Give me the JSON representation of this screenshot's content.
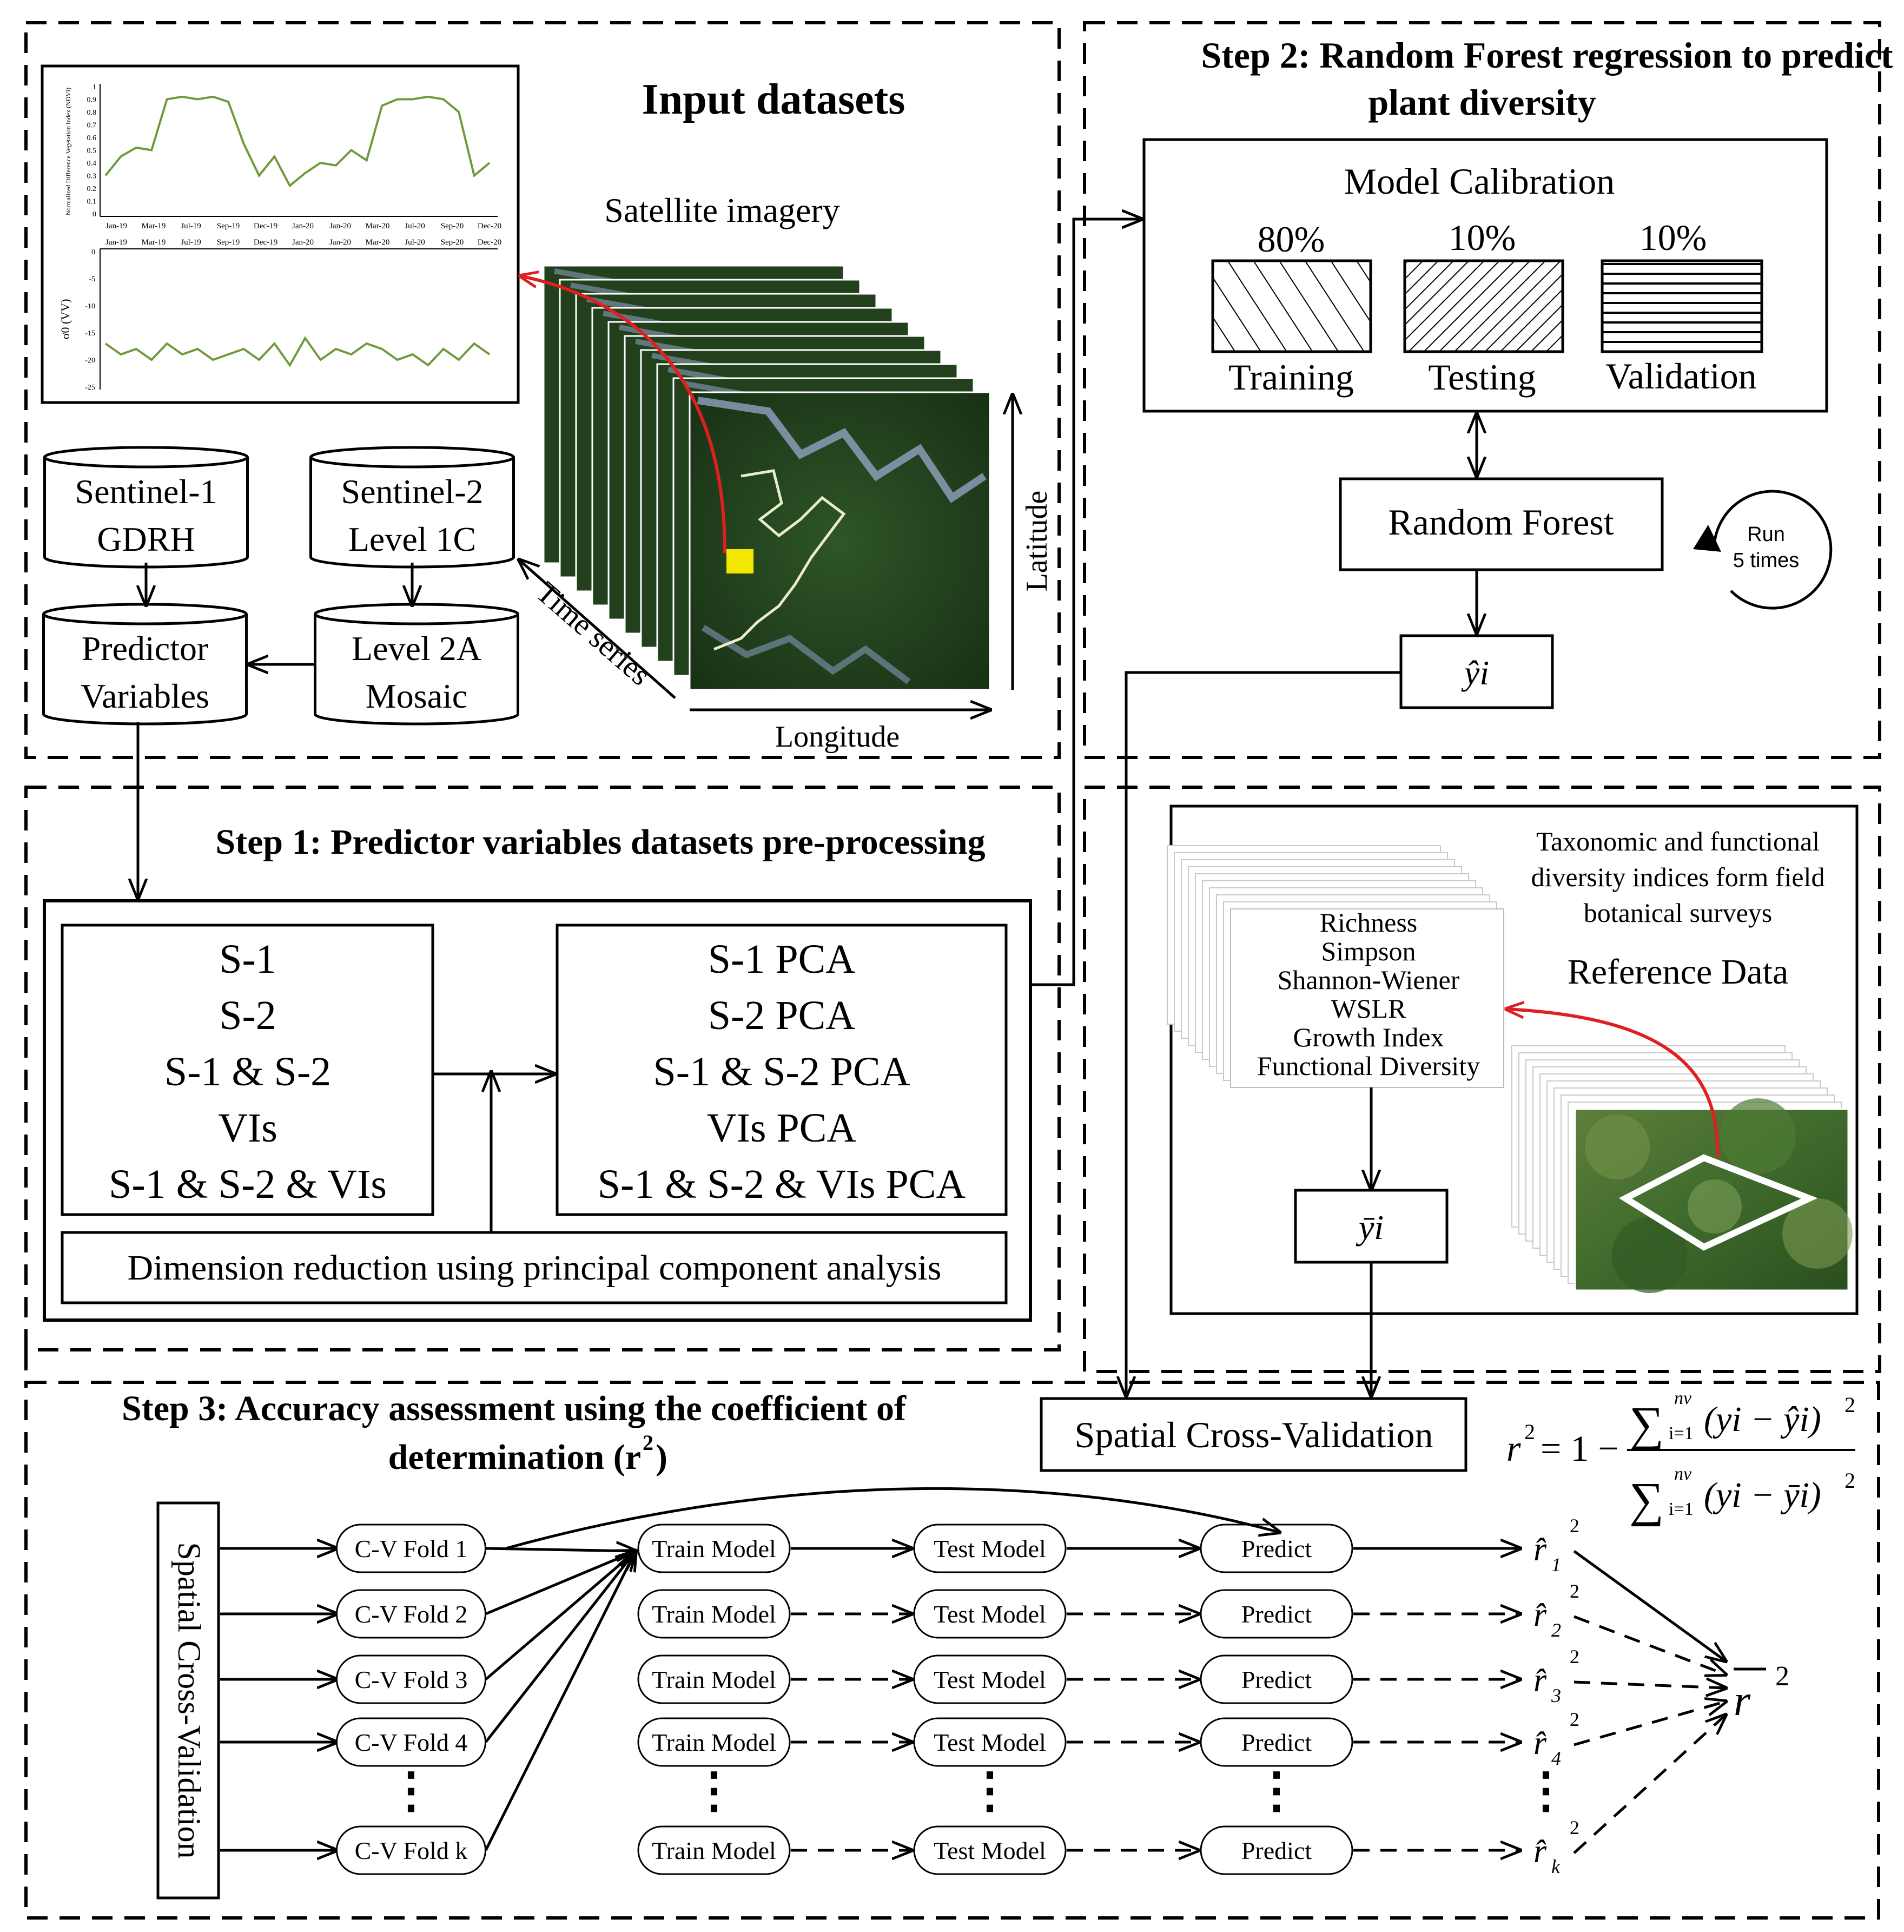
{
  "input_panel": {
    "title": "Input datasets",
    "satellite_label": "Satellite imagery",
    "time_series_label": "Time series",
    "latitude_label": "Latitude",
    "longitude_label": "Longitude",
    "chart_top_ylabel": "Normalized Difference Vegetation Index (NDVI)",
    "chart_bottom_ylabel": "σ0 (VV)",
    "months": [
      "Jan-19",
      "Mar-19",
      "Jul-19",
      "Sep-19",
      "Dec-19",
      "Jan-20",
      "Jan-20",
      "Mar-20",
      "Jul-20",
      "Sep-20",
      "Dec-20"
    ],
    "sentinel1": [
      "Sentinel-1",
      "GDRH"
    ],
    "sentinel2": [
      "Sentinel-2",
      "Level 1C"
    ],
    "predictor": [
      "Predictor",
      "Variables"
    ],
    "level2a": [
      "Level 2A",
      "Mosaic"
    ]
  },
  "chart_data": [
    {
      "type": "line",
      "title": "",
      "ylabel": "Normalized Difference Vegetation Index (NDVI)",
      "ylim": [
        0,
        1
      ],
      "yticks": [
        0,
        0.1,
        0.2,
        0.3,
        0.4,
        0.5,
        0.6,
        0.7,
        0.8,
        0.9,
        1
      ],
      "categories": [
        "Jan-19",
        "Mar-19",
        "Jul-19",
        "Sep-19",
        "Dec-19",
        "Jan-20",
        "Jan-20",
        "Mar-20",
        "Jul-20",
        "Sep-20",
        "Dec-20"
      ],
      "x": [
        0,
        0.4,
        0.8,
        1.2,
        1.6,
        2.0,
        2.4,
        2.8,
        3.2,
        3.6,
        4.0,
        4.4,
        4.8,
        5.2,
        5.6,
        6.0,
        6.4,
        6.8,
        7.2,
        7.6,
        8.0,
        8.4,
        8.8,
        9.2,
        9.6,
        10.0
      ],
      "values": [
        0.3,
        0.45,
        0.52,
        0.5,
        0.9,
        0.92,
        0.9,
        0.92,
        0.88,
        0.55,
        0.3,
        0.45,
        0.22,
        0.32,
        0.4,
        0.38,
        0.5,
        0.42,
        0.85,
        0.9,
        0.9,
        0.92,
        0.9,
        0.8,
        0.3,
        0.4
      ]
    },
    {
      "type": "line",
      "title": "",
      "ylabel": "σ0 (VV)",
      "ylim": [
        -25,
        0
      ],
      "yticks": [
        0,
        -5,
        -10,
        -15,
        -20,
        -25
      ],
      "categories": [
        "Jan-19",
        "Mar-19",
        "Jul-19",
        "Sep-19",
        "Dec-19",
        "Jan-20",
        "Jan-20",
        "Mar-20",
        "Jul-20",
        "Sep-20",
        "Dec-20"
      ],
      "x": [
        0,
        0.4,
        0.8,
        1.2,
        1.6,
        2.0,
        2.4,
        2.8,
        3.2,
        3.6,
        4.0,
        4.4,
        4.8,
        5.2,
        5.6,
        6.0,
        6.4,
        6.8,
        7.2,
        7.6,
        8.0,
        8.4,
        8.8,
        9.2,
        9.6,
        10.0
      ],
      "values": [
        -17,
        -19,
        -18,
        -20,
        -17,
        -19,
        -18,
        -20,
        -19,
        -18,
        -20,
        -17,
        -21,
        -16,
        -20,
        -18,
        -19,
        -17,
        -18,
        -20,
        -19,
        -21,
        -18,
        -20,
        -17,
        -19
      ]
    }
  ],
  "step2": {
    "title": [
      "Step 2:  Random Forest regression to predict",
      "plant diversity"
    ],
    "calibration_title": "Model Calibration",
    "splits": [
      {
        "pct": "80%",
        "label": "Training"
      },
      {
        "pct": "10%",
        "label": "Testing"
      },
      {
        "pct": "10%",
        "label": "Validation"
      }
    ],
    "random_forest": "Random Forest",
    "run_times": [
      "Run",
      "5 times"
    ],
    "yhat": "ŷi"
  },
  "step1": {
    "title": "Step 1: Predictor variables datasets pre-processing",
    "left_items": [
      "S-1",
      "S-2",
      "S-1 & S-2",
      "VIs",
      "S-1 & S-2 & VIs"
    ],
    "right_items": [
      "S-1 PCA",
      "S-2 PCA",
      "S-1 & S-2 PCA",
      "VIs PCA",
      "S-1 & S-2 & VIs PCA"
    ],
    "dimension_reduction": "Dimension reduction using principal component analysis"
  },
  "reference": {
    "description": [
      "Taxonomic and functional",
      "diversity indices form field",
      "botanical surveys"
    ],
    "title": "Reference Data",
    "indices": [
      "Richness",
      "Simpson",
      "Shannon-Wiener",
      "WSLR",
      "Growth Index",
      "Functional Diversity"
    ],
    "ybar": "ȳi",
    "spatial_cv": "Spatial Cross-Validation"
  },
  "formula": {
    "lhs": "r",
    "equals": "= 1 −",
    "sum": "∑",
    "upper": "nv",
    "lower": "i=1",
    "numerator_term": "(yi − ŷi)",
    "denominator_term": "(yi − ȳi)",
    "power": "2"
  },
  "step3": {
    "title": [
      "Step 3: Accuracy assessment using the coefficient of",
      "determination (r",
      ")"
    ],
    "title_sup": "2",
    "side_label": "Spatial Cross-Validation",
    "folds": [
      "C-V Fold 1",
      "C-V Fold 2",
      "C-V Fold 3",
      "C-V Fold 4",
      "C-V Fold k"
    ],
    "train": "Train Model",
    "test": "Test Model",
    "predict": "Predict",
    "r_hat": "r̂",
    "r_sub": [
      "1",
      "2",
      "3",
      "4",
      "k"
    ],
    "sup2": "2",
    "r_bar": "r",
    "ellipsis": "⋮"
  },
  "colors": {
    "ndvi_line": "#6f9a3c",
    "red_arrow": "#e02020",
    "yellow_marker": "#f3e600",
    "forest_dark": "#1f3a1a",
    "forest_mid": "#2f5528"
  }
}
